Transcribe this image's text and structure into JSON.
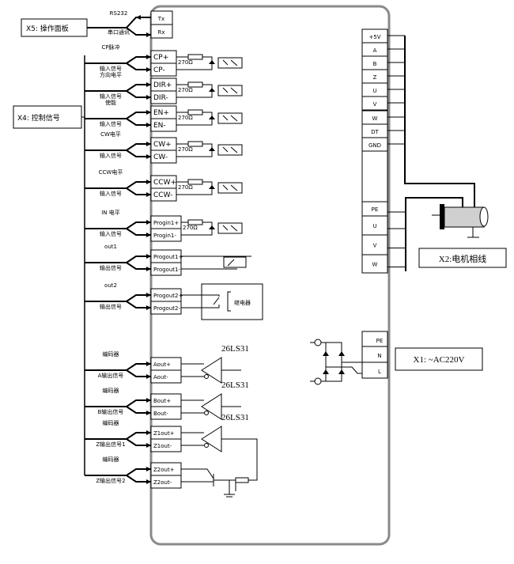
{
  "x5": {
    "label": "X5: 操作面板",
    "line1": "RS232",
    "line2": "串口通讯",
    "terminals": [
      "Tx",
      "Rx"
    ]
  },
  "x4": {
    "label": "X4: 控制信号"
  },
  "resistor_label": "270Ω",
  "driver_label": "26LS31",
  "relay_label": "继电器",
  "groups": [
    {
      "line1": "CP脉冲",
      "line2": "输入信号",
      "terminals": [
        "CP+",
        "CP-"
      ],
      "kind": "in"
    },
    {
      "line1": "方向电平",
      "line2": "输入信号",
      "terminals": [
        "DIR+",
        "DIR-"
      ],
      "kind": "in"
    },
    {
      "line1": "使能",
      "line2": "输入信号",
      "terminals": [
        "EN+",
        "EN-"
      ],
      "kind": "in"
    },
    {
      "line1": "CW电平",
      "line2": "输入信号",
      "terminals": [
        "CW+",
        "CW-"
      ],
      "kind": "in"
    },
    {
      "line1": "CCW电平",
      "line2": "输入信号",
      "terminals": [
        "CCW+",
        "CCW-"
      ],
      "kind": "in"
    },
    {
      "line1": "IN  电平",
      "line2": "输入信号",
      "terminals": [
        "Progin1+",
        "Progin1-"
      ],
      "kind": "in"
    },
    {
      "line1": "out1",
      "line2": "输出信号",
      "terminals": [
        "Progout1+",
        "Progout1-"
      ],
      "kind": "opto-out"
    },
    {
      "line1": "out2",
      "line2": "输出信号",
      "terminals": [
        "Progout2+",
        "Progout2-"
      ],
      "kind": "relay"
    },
    {
      "line1": "编码器",
      "line2": "A输出信号",
      "terminals": [
        "Aout+",
        "Aout-"
      ],
      "kind": "driver"
    },
    {
      "line1": "编码器",
      "line2": "B输出信号",
      "terminals": [
        "Bout+",
        "Bout-"
      ],
      "kind": "driver"
    },
    {
      "line1": "编码器",
      "line2": "Z输出信号1",
      "terminals": [
        "Z1out+",
        "Z1out-"
      ],
      "kind": "driver"
    },
    {
      "line1": "编码器",
      "line2": "Z输出信号2",
      "terminals": [
        "Z2out+",
        "Z2out-"
      ],
      "kind": "transistor"
    }
  ],
  "encoder_terminals": [
    "+5V",
    "A",
    "B",
    "Z",
    "U",
    "V",
    "W",
    "DT",
    "GND"
  ],
  "motor_terminals": [
    "PE",
    "U",
    "V",
    "W"
  ],
  "x2": {
    "label": "X2:电机相线"
  },
  "power_terminals": [
    "PE",
    "N",
    "L"
  ],
  "x1": {
    "label": "X1: ~AC220V"
  }
}
